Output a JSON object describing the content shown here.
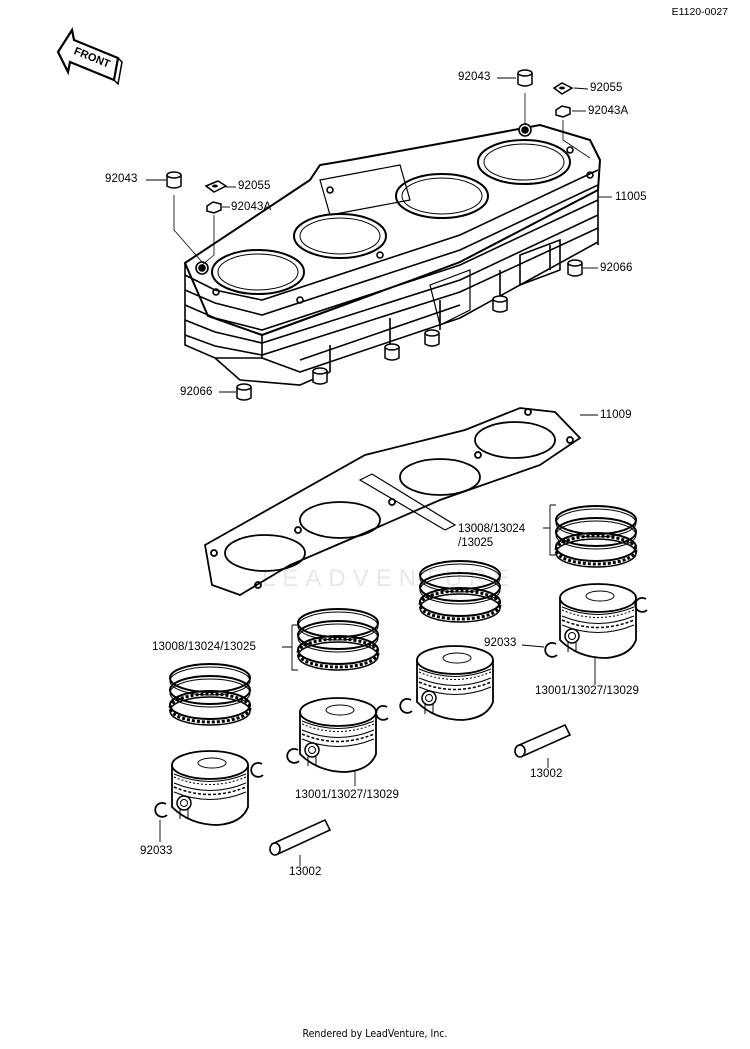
{
  "doc_id": "E1120-0027",
  "front_label": "FRONT",
  "footer": "Rendered by LeadVenture, Inc.",
  "watermark": "LEADVENTURE",
  "callouts": {
    "dowel_top_right": "92043",
    "washer_top_right": "92055",
    "nut_top_right": "92043A",
    "dowel_top_left": "92043",
    "washer_top_left": "92055",
    "nut_top_left": "92043A",
    "cylinder_block": "11005",
    "dowel_pin_right": "92066",
    "dowel_pin_left": "92066",
    "head_gasket": "11009",
    "ring_set_right_line1": "13008/13024",
    "ring_set_right_line2": "/13025",
    "ring_set_left": "13008/13024/13025",
    "circlip_right": "92033",
    "piston_right": "13001/13027/13029",
    "piston_left": "13001/13027/13029",
    "piston_pin_right": "13002",
    "circlip_left": "92033",
    "piston_pin_left": "13002"
  }
}
